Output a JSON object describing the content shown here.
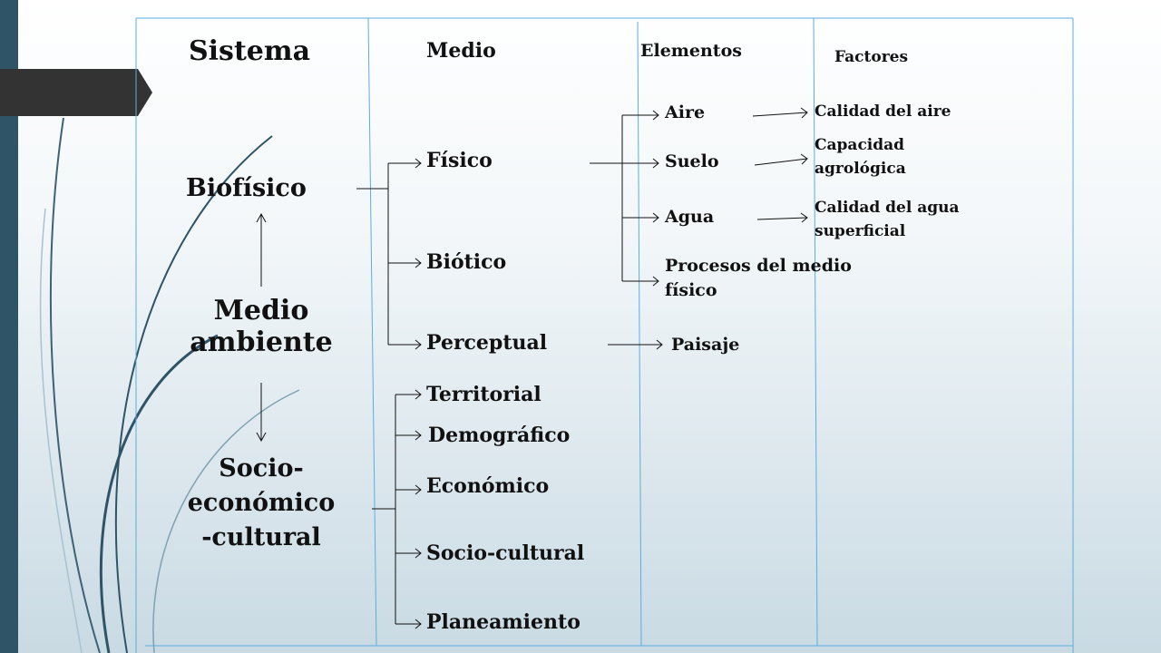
{
  "headers": {
    "sistema": "Sistema",
    "medio": "Medio",
    "elementos": "Elementos",
    "factores": "Factores"
  },
  "sistema": {
    "biofisico": "Biofísico",
    "medio_ambiente": [
      "Medio",
      "ambiente"
    ],
    "socioeconomico": [
      "Socio-",
      "económico",
      "-cultural"
    ]
  },
  "medio": {
    "fisico": "Físico",
    "biotico": "Biótico",
    "perceptual": "Perceptual",
    "territorial": "Territorial",
    "demografico": "Demográfico",
    "economico": "Económico",
    "sociocultural": "Socio-cultural",
    "planeamiento": "Planeamiento"
  },
  "elementos": {
    "aire": "Aire",
    "suelo": "Suelo",
    "agua": "Agua",
    "procesos": [
      "Procesos del medio",
      "físico"
    ],
    "paisaje": "Paisaje"
  },
  "factores": {
    "calidad_aire": "Calidad del aire",
    "capacidad": [
      "Capacidad",
      "agrológica"
    ],
    "calidad_agua": [
      "Calidad del agua",
      "superficial"
    ]
  },
  "colors": {
    "sidebar": "#2f5367",
    "tab": "#333333",
    "frame": "#5aaee0"
  }
}
